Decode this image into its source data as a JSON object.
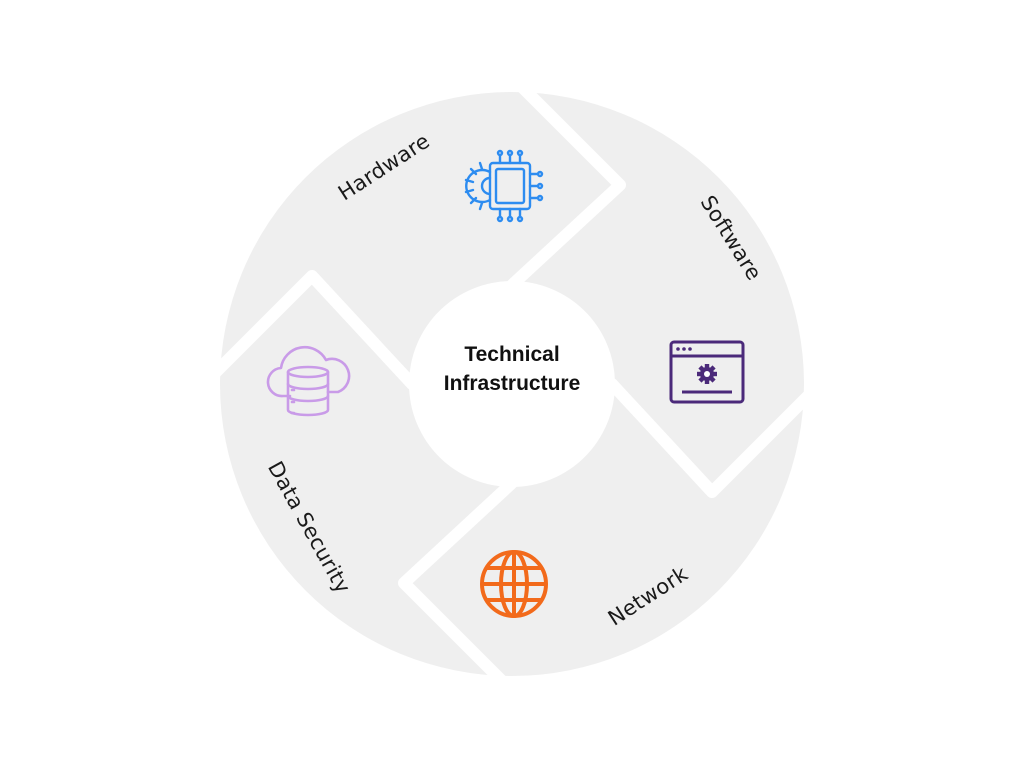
{
  "diagram": {
    "center": {
      "title_line1": "Technical",
      "title_line2": "Infrastructure"
    },
    "segments": [
      {
        "id": "hardware",
        "label": "Hardware",
        "icon": "chip-gear-icon",
        "icon_color": "#2D8CF0"
      },
      {
        "id": "software",
        "label": "Software",
        "icon": "browser-gear-icon",
        "icon_color": "#4B2A7A"
      },
      {
        "id": "network",
        "label": "Network",
        "icon": "globe-icon",
        "icon_color": "#F26A1B"
      },
      {
        "id": "data-security",
        "label": "Data Security",
        "icon": "cloud-database-icon",
        "icon_color": "#C99BE8"
      }
    ],
    "colors": {
      "ring": "#EFEFEF",
      "gap": "#FFFFFF",
      "text": "#111111"
    }
  }
}
